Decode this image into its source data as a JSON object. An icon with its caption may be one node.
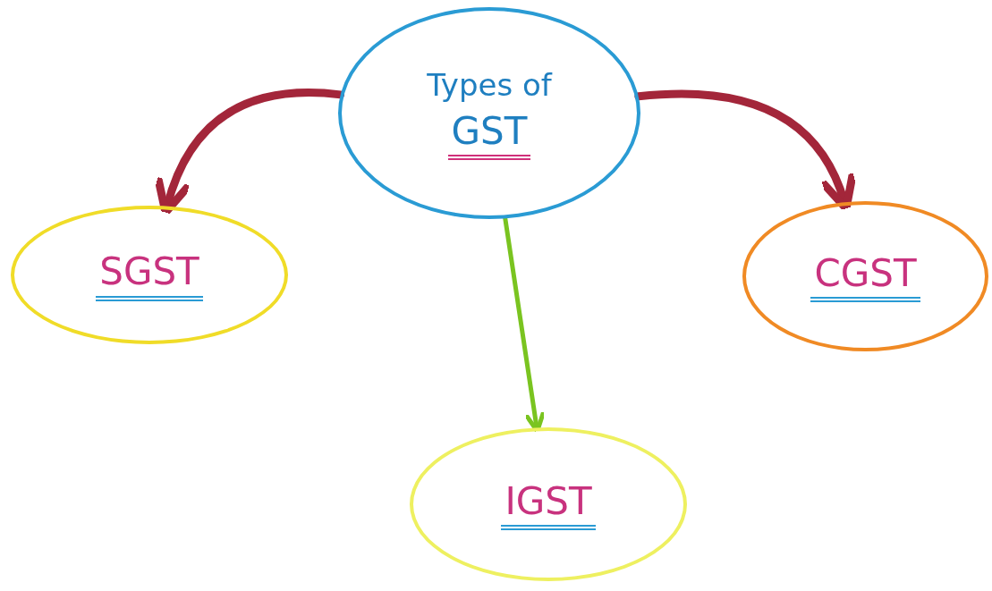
{
  "diagram": {
    "nodes": [
      {
        "text": [
          "Types of",
          "GST"
        ]
      },
      {
        "text": [
          "SGST"
        ]
      },
      {
        "text": [
          "CGST"
        ]
      },
      {
        "text": [
          "IGST"
        ]
      }
    ],
    "edges": [
      {
        "from": 0,
        "to": 1,
        "arrow": "to"
      },
      {
        "from": 0,
        "to": 2,
        "arrow": "to"
      },
      {
        "from": 0,
        "to": 3,
        "arrow": "to",
        "color": "#7ac420"
      }
    ]
  }
}
